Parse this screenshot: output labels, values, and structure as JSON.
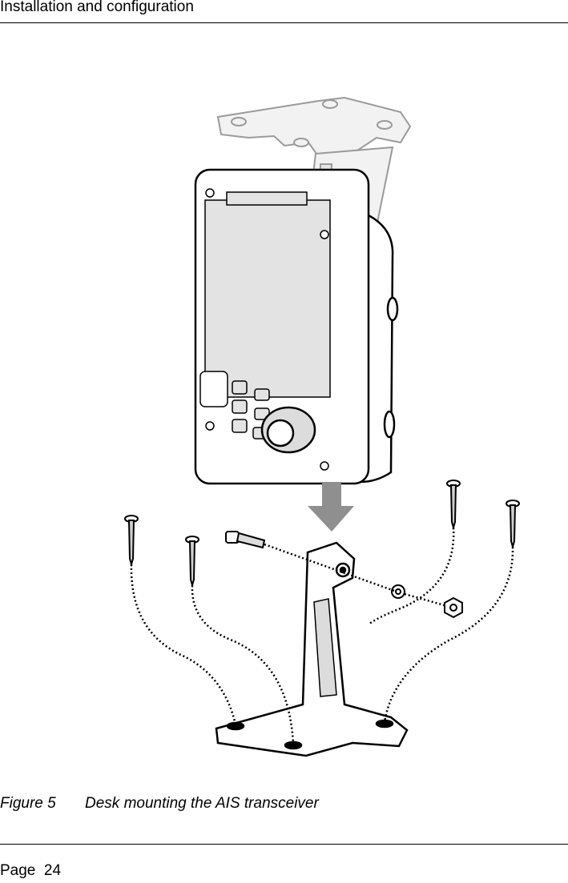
{
  "header": {
    "section_title": "Installation and configuration"
  },
  "figure": {
    "number_label": "Figure 5",
    "caption": "Desk mounting the AIS transceiver"
  },
  "footer": {
    "page_label": "Page  24"
  }
}
